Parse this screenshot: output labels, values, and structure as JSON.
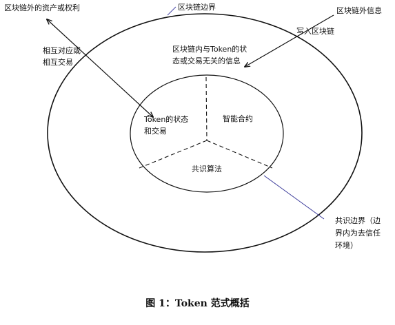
{
  "labels": {
    "outside_assets": "区块链外的资产或权利",
    "blockchain_boundary": "区块链边界",
    "external_info": "区块链外信息",
    "write_into_chain": "写入区块链",
    "mutual_correspondence_1": "相互对应或",
    "mutual_correspondence_2": "相互交易",
    "unrelated_info_1": "区块链内与Token的状",
    "unrelated_info_2": "态或交易无关的信息",
    "token_state_1": "Token的状态",
    "token_state_2": "和交易",
    "smart_contract": "智能合约",
    "consensus_algorithm": "共识算法",
    "consensus_boundary_1": "共识边界（边",
    "consensus_boundary_2": "界内为去信任",
    "consensus_boundary_3": "环境）"
  },
  "caption": "图 1：Token 范式概括"
}
